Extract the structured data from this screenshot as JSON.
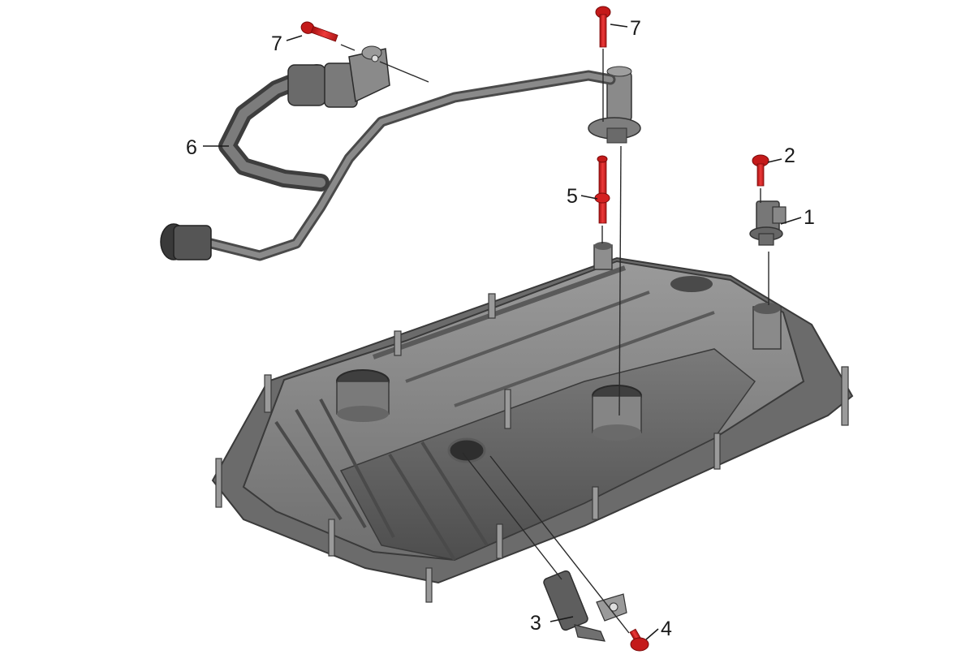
{
  "callouts": {
    "c1": "1",
    "c2": "2",
    "c3": "3",
    "c4": "4",
    "c5": "5",
    "c6": "6",
    "c7a": "7",
    "c7b": "7"
  },
  "colors": {
    "part_gray": "#8c8c8c",
    "part_dark": "#5e5e5e",
    "fastener_red": "#d42020",
    "line": "#1a1a1a"
  },
  "icons": {
    "bolt": "bolt-icon"
  }
}
